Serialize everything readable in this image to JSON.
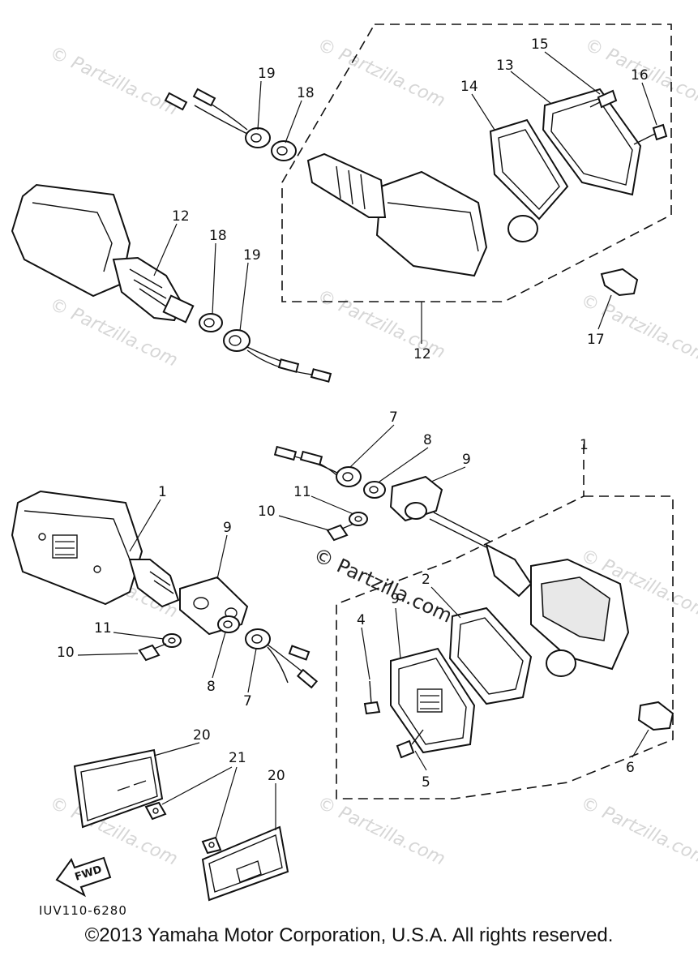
{
  "callouts": {
    "c1a": "1",
    "c1b": "1",
    "c2": "2",
    "c4": "4",
    "c5": "5",
    "c6": "6",
    "c7a": "7",
    "c7b": "7",
    "c8a": "8",
    "c8b": "8",
    "c9a": "9",
    "c9b": "9",
    "c9c": "9",
    "c10a": "10",
    "c10b": "10",
    "c11a": "11",
    "c11b": "11",
    "c12a": "12",
    "c12b": "12",
    "c13": "13",
    "c14": "14",
    "c15": "15",
    "c16": "16",
    "c17": "17",
    "c18a": "18",
    "c18b": "18",
    "c19a": "19",
    "c19b": "19",
    "c20a": "20",
    "c20b": "20",
    "c21": "21"
  },
  "fwd_label": "FWD",
  "diagram_code": "IUV110-6280",
  "watermark_main": "© Partzilla.com",
  "watermark": "© Partzilla.com",
  "copyright": "©2013 Yamaha Motor Corporation, U.S.A. All rights reserved."
}
